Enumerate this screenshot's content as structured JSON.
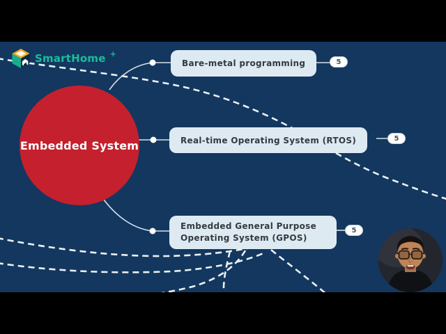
{
  "brand": {
    "name": "SmartHome",
    "plus": "+",
    "color": "#1ABC9C"
  },
  "mindmap": {
    "root": {
      "label": "Embedded System"
    },
    "nodes": [
      {
        "label": "Bare-metal programming",
        "badge": "5"
      },
      {
        "label": "Real-time Operating System (RTOS)",
        "badge": "5"
      },
      {
        "label": "Embedded General Purpose Operating System (GPOS)",
        "badge": "5"
      }
    ]
  },
  "icons": {
    "logo": "smarthome-cube-icon",
    "webcam": "presenter-avatar"
  },
  "colors": {
    "video_background": "#13375F",
    "root_fill": "#C5202E",
    "node_fill": "#DEEAF2",
    "node_text": "#333A40",
    "accent_teal": "#1ABC9C",
    "letterbox": "#000000",
    "dashed_lines": "#FFFFFF"
  }
}
